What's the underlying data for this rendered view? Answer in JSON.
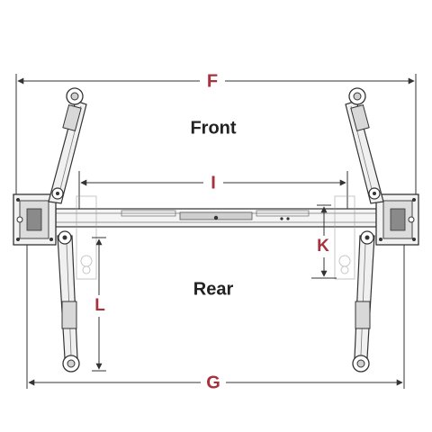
{
  "labels": {
    "front": "Front",
    "rear": "Rear"
  },
  "dimensions": {
    "F": "F",
    "G": "G",
    "I": "I",
    "K": "K",
    "L": "L"
  },
  "colors": {
    "dimension_text": "#a8313e",
    "zone_text": "#222222",
    "line": "#333333",
    "fill_light": "#f2f2f2",
    "fill_mid": "#d6d6d6",
    "fill_dark": "#555555"
  }
}
